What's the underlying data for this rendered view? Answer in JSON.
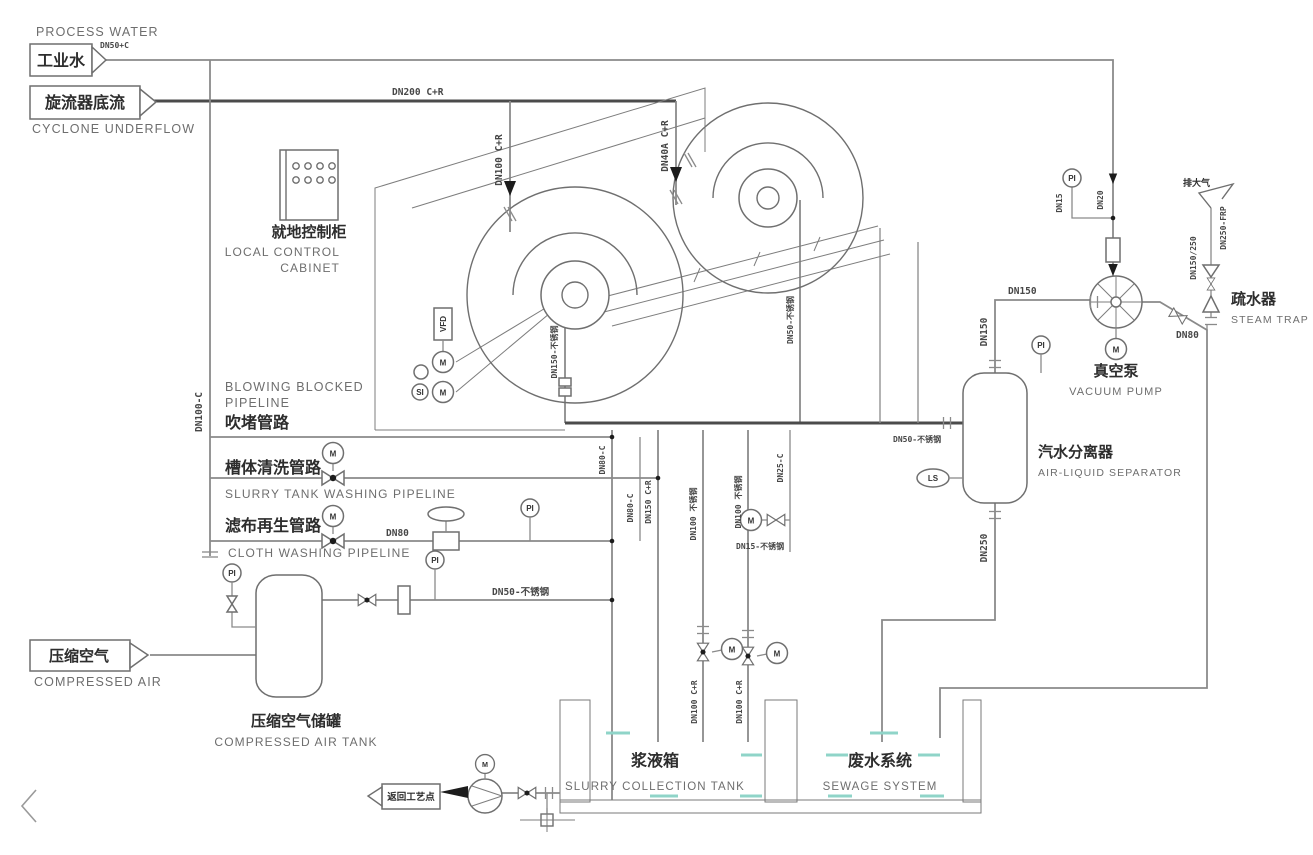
{
  "colors": {
    "pipe": "#8a8a8a",
    "pipe_dark": "#4b4b4b",
    "equipment": "#6f6f6f",
    "water_mark": "#8fd4c8"
  },
  "source_flags": {
    "process_water": {
      "en": "PROCESS WATER",
      "cn": "工业水",
      "pipe_label": "DN50+C"
    },
    "cyclone_underflow": {
      "cn": "旋流器底流",
      "en": "CYCLONE UNDERFLOW"
    },
    "compressed_air": {
      "cn": "压缩空气",
      "en": "COMPRESSED AIR"
    },
    "return_to_process": {
      "cn": "返回工艺点"
    }
  },
  "equipment": {
    "control_cabinet": {
      "cn": "就地控制柜",
      "en_line1": "LOCAL CONTROL",
      "en_line2": "CABINET"
    },
    "vacuum_pump": {
      "cn": "真空泵",
      "en": "VACUUM PUMP"
    },
    "air_liquid_separator": {
      "cn": "汽水分离器",
      "en": "AIR-LIQUID SEPARATOR"
    },
    "steam_trap": {
      "cn": "疏水器",
      "en": "STEAM TRAP"
    },
    "vent": {
      "cn": "排大气"
    },
    "compressed_air_tank": {
      "cn": "压缩空气储罐",
      "en": "COMPRESSED AIR TANK"
    },
    "slurry_tank": {
      "cn": "浆液箱",
      "en": "SLURRY COLLECTION TANK"
    },
    "sewage_system": {
      "cn": "废水系统",
      "en": "SEWAGE SYSTEM"
    }
  },
  "pipelines": {
    "blowing_blocked": {
      "en_line1": "BLOWING BLOCKED",
      "en_line2": "PIPELINE",
      "cn": "吹堵管路"
    },
    "slurry_tank_washing": {
      "cn": "槽体清洗管路",
      "en": "SLURRY TANK WASHING PIPELINE"
    },
    "cloth_washing": {
      "cn": "滤布再生管路",
      "en": "CLOTH WASHING PIPELINE"
    }
  },
  "pipe_labels": {
    "dn200_cr": "DN200 C+R",
    "dn100_cr_drop": "DN100 C+R",
    "dn40a_cr": "DN40A C+R",
    "dn100_c": "DN100-C",
    "dn80_cloth": "DN80",
    "dn50_ss_air": "DN50-不锈钢",
    "dn150_ss": "DN150-不锈钢",
    "dn50_ss_filter2": "DN50-不锈钢",
    "dn80_c_upper": "DN80-C",
    "dn80_c_lower": "DN80-C",
    "dn150_cr": "DN150 C+R",
    "dn100_ss_a": "DN100 不锈钢",
    "dn100_ss_b": "DN100 不锈钢",
    "dn25_c": "DN25-C",
    "dn15_ss": "DN15-不锈钢",
    "dn100_cr_tank_a": "DN100 C+R",
    "dn100_cr_tank_b": "DN100 C+R",
    "dn50_ss_header": "DN50-不锈钢",
    "dn150_horizontal": "DN150",
    "dn150_vertical": "DN150",
    "dn250_vertical": "DN250",
    "dn80_pump": "DN80",
    "dn15": "DN15",
    "dn20": "DN20",
    "dn150_250": "DN150/250",
    "dn250_frp": "DN250-FRP"
  },
  "instruments": {
    "pi": "PI",
    "m": "M",
    "ls": "LS",
    "si": "SI",
    "vfd": "VFD"
  }
}
